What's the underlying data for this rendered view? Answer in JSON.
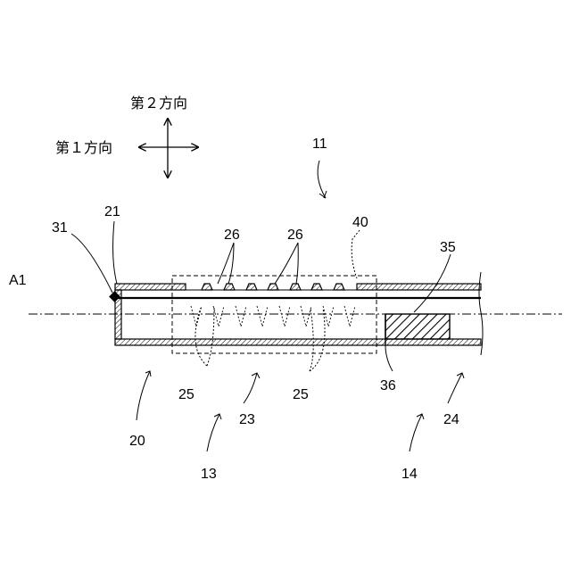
{
  "directions": {
    "second": "第２方向",
    "first": "第１方向"
  },
  "labels": {
    "n11": "11",
    "n21": "21",
    "n31": "31",
    "a1": "A1",
    "n26a": "26",
    "n26b": "26",
    "n40": "40",
    "n35": "35",
    "n25a": "25",
    "n25b": "25",
    "n36": "36",
    "n20": "20",
    "n23": "23",
    "n24": "24",
    "n13": "13",
    "n14": "14"
  }
}
